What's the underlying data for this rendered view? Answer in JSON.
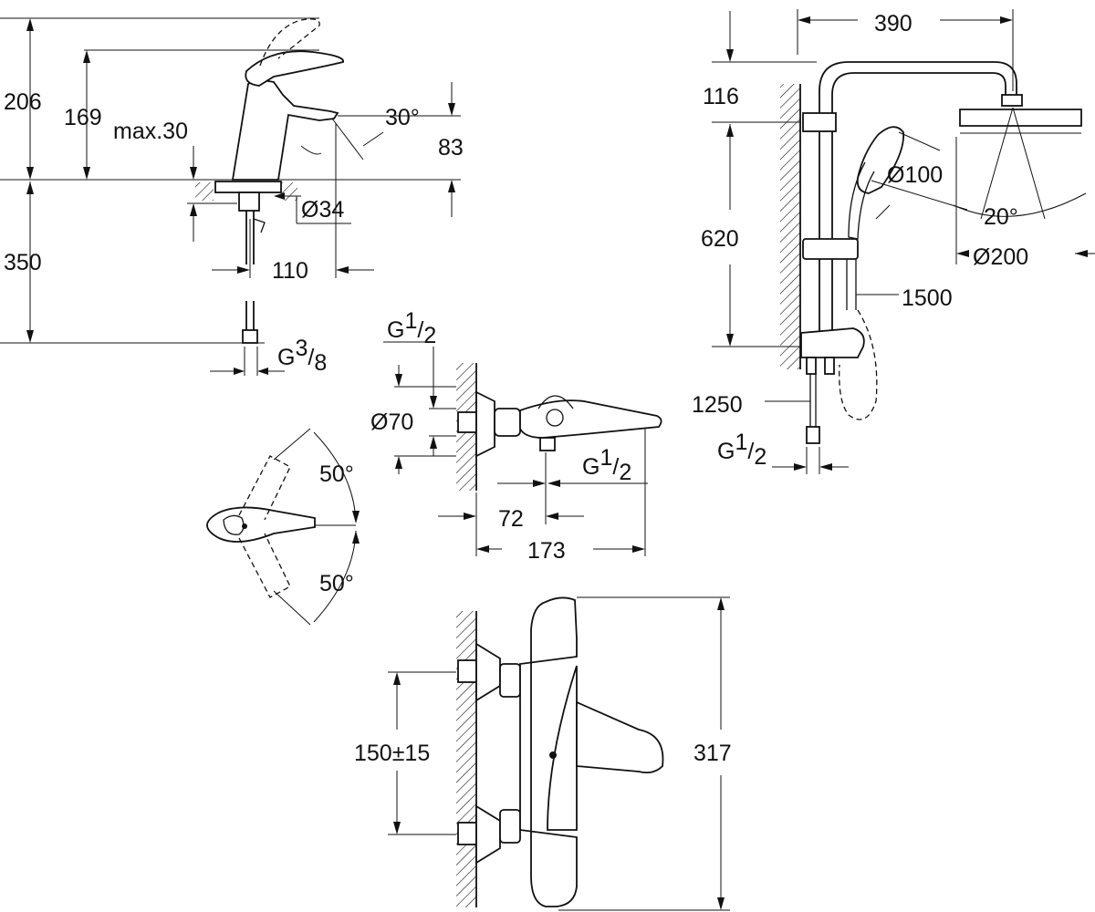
{
  "basin_mixer": {
    "dim_height_total": "206",
    "dim_height_spout": "169",
    "dim_max_deck": "max.30",
    "dim_angle": "30°",
    "dim_spout_height": "83",
    "dim_hole": "Ø34",
    "dim_below_deck": "350",
    "dim_reach": "110",
    "thread_label": "G",
    "thread_num": "3",
    "thread_den": "8"
  },
  "lever_top_view": {
    "angle_upper": "50°",
    "angle_lower": "50°"
  },
  "bath_mixer": {
    "inlet_label": "G",
    "inlet_num": "1",
    "inlet_den": "2",
    "rosette": "Ø70",
    "outlet_label": "G",
    "outlet_num": "1",
    "outlet_den": "2",
    "dim_outlet_offset": "72",
    "dim_projection": "173"
  },
  "thermostat_front": {
    "dim_centres": "150±15",
    "dim_length": "317"
  },
  "shower_system": {
    "dim_arm": "390",
    "dim_top": "116",
    "dim_rail": "620",
    "hand_shower": "Ø100",
    "angle": "20°",
    "head_shower": "Ø200",
    "hose": "1500",
    "hose_lower": "1250",
    "inlet_label": "G",
    "inlet_num": "1",
    "inlet_den": "2"
  }
}
